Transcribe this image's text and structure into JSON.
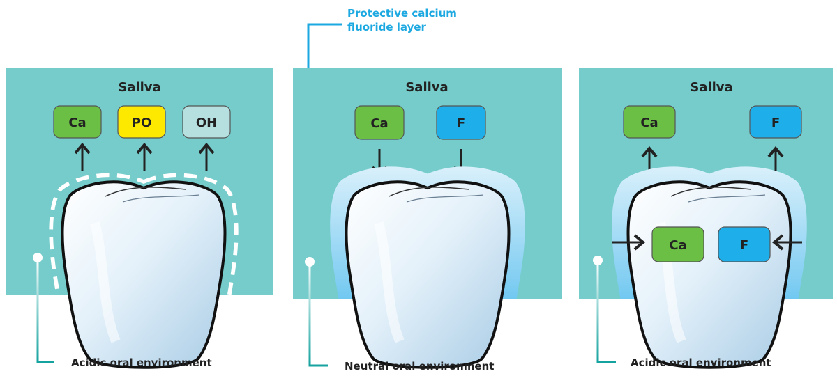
{
  "callout": {
    "lines": [
      "Protective calcium",
      "fluoride layer"
    ]
  },
  "panels": [
    {
      "saliva_label": "Saliva",
      "ions": [
        {
          "text": "Ca",
          "color": "#6bbf45"
        },
        {
          "text": "PO",
          "color": "#fde800"
        },
        {
          "text": "OH",
          "color": "#b6e0df"
        }
      ],
      "ion_arrow_direction": "up",
      "enamel_outline": "dashed",
      "fluoride_layer": false,
      "inner_ions": [],
      "environment_label": "Acidic oral environment"
    },
    {
      "saliva_label": "Saliva",
      "ions": [
        {
          "text": "Ca",
          "color": "#6bbf45"
        },
        {
          "text": "F",
          "color": "#1eaee9"
        }
      ],
      "ion_arrow_direction": "down",
      "enamel_outline": "solid",
      "fluoride_layer": true,
      "inner_ions": [],
      "environment_label": "Neutral oral environment"
    },
    {
      "saliva_label": "Saliva",
      "ions": [
        {
          "text": "Ca",
          "color": "#6bbf45"
        },
        {
          "text": "F",
          "color": "#1eaee9"
        }
      ],
      "ion_arrow_direction": "up",
      "enamel_outline": "solid",
      "fluoride_layer": true,
      "inner_ions": [
        {
          "text": "Ca",
          "color": "#6bbf45"
        },
        {
          "text": "F",
          "color": "#1eaee9"
        }
      ],
      "environment_label": "Acidic oral environment"
    }
  ],
  "colors": {
    "saliva": "#75cccb",
    "callout": "#1ca8e0",
    "environment_line": "#15a39f",
    "tooth_outline": "#111111",
    "arrow": "#222222",
    "text": "#222222"
  }
}
